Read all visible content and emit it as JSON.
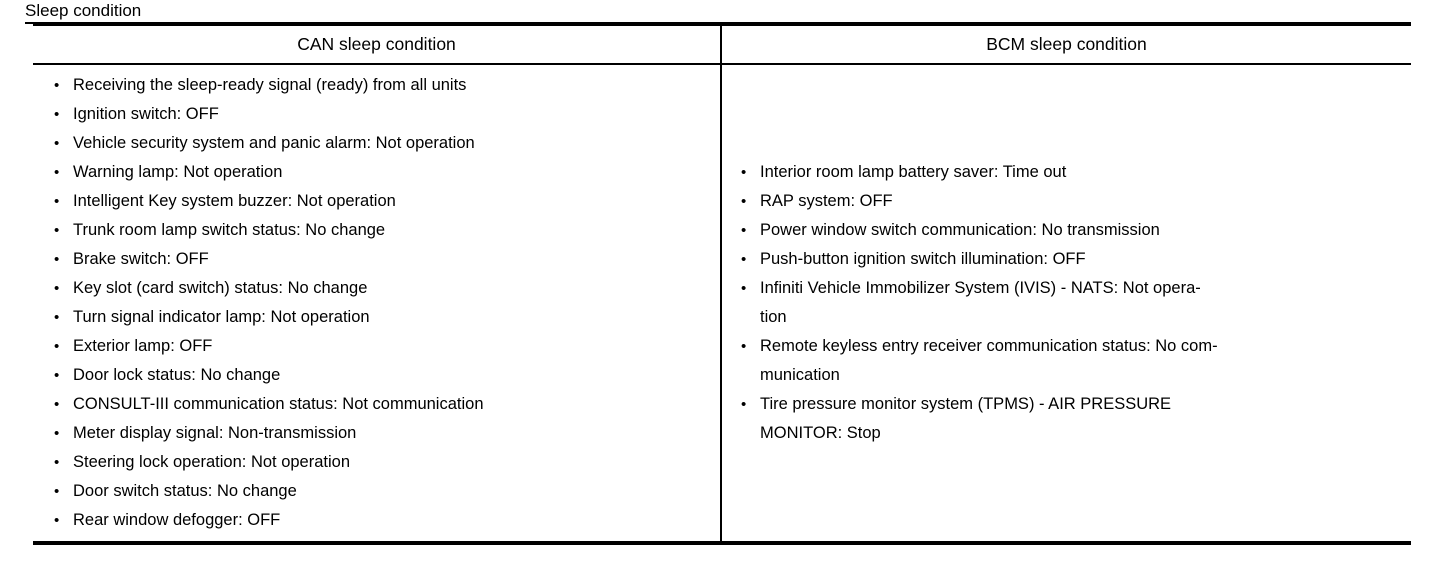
{
  "page_title": "Sleep condition",
  "table": {
    "headers": {
      "can": "CAN sleep condition",
      "bcm": "BCM sleep condition"
    },
    "can_items": [
      "Receiving the sleep-ready signal (ready) from all units",
      "Ignition switch: OFF",
      "Vehicle security system and panic alarm: Not operation",
      "Warning lamp: Not operation",
      "Intelligent Key system buzzer: Not operation",
      "Trunk room lamp switch status: No change",
      "Brake switch: OFF",
      "Key slot (card switch) status: No change",
      "Turn signal indicator lamp: Not operation",
      "Exterior lamp: OFF",
      "Door lock status: No change",
      "CONSULT-III communication status: Not communication",
      "Meter display signal: Non-transmission",
      "Steering lock operation: Not operation",
      "Door switch status: No change",
      "Rear window defogger: OFF"
    ],
    "bcm_items": [
      "Interior room lamp battery saver: Time out",
      "RAP system: OFF",
      "Power window switch communication: No transmission",
      "Push-button ignition switch illumination: OFF",
      "Infiniti Vehicle Immobilizer System (IVIS) - NATS: Not opera-\ntion",
      "Remote keyless entry receiver communication status: No com-\nmunication",
      "Tire pressure monitor system (TPMS) - AIR PRESSURE\nMONITOR: Stop"
    ]
  },
  "colors": {
    "text": "#000000",
    "border": "#000000",
    "background": "#ffffff"
  }
}
